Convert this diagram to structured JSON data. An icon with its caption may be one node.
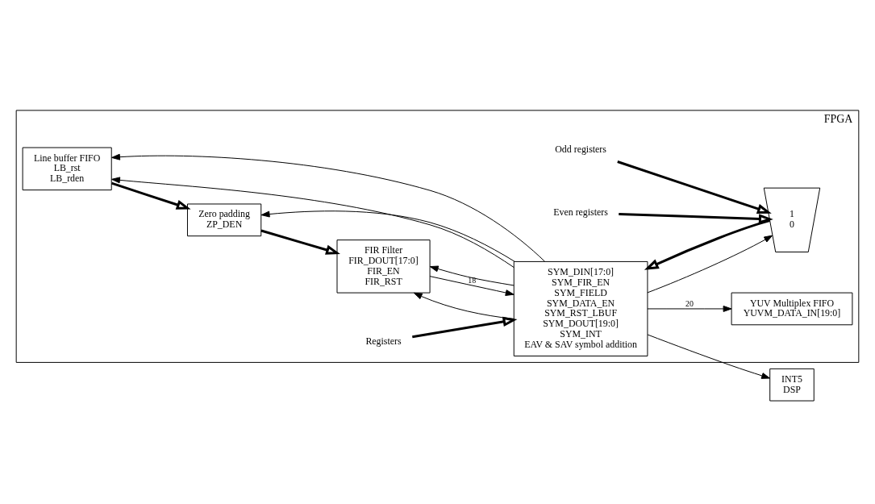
{
  "diagram": {
    "nodes": [
      {
        "text": [
          "FPGA"
        ]
      },
      {
        "text": [
          "Line buffer FIFO",
          "LB_rst",
          "LB_rden"
        ],
        "in": 0
      },
      {
        "text": [
          "Zero padding",
          "ZP_DEN"
        ],
        "in": 0
      },
      {
        "text": [
          "FIR Filter",
          "FIR_DOUT[17:0]",
          "FIR_EN",
          "FIR_RST"
        ],
        "in": 0
      },
      {
        "text": [
          "SYM_DIN[17:0]",
          "SYM_FIR_EN",
          "SYM_FIELD",
          "SYM_DATA_EN",
          "SYM_RST_LBUF",
          "SYM_DOUT[19:0]",
          "SYM_INT",
          "EAV & SAV symbol addition"
        ],
        "in": 0
      },
      {
        "text": [
          "YUV Multiplex FIFO",
          "YUVM_DATA_IN[19:0]"
        ],
        "in": 0
      },
      {
        "text": [
          "1",
          "0"
        ],
        "in": 0
      },
      {
        "text": [
          "Registers"
        ],
        "in": 0
      },
      {
        "text": [
          "Even registers"
        ],
        "in": 0
      },
      {
        "text": [
          "Odd registers"
        ],
        "in": 0
      },
      {
        "text": [
          "INT5",
          "DSP"
        ]
      }
    ],
    "edges": [
      {
        "from": 1,
        "to": 2,
        "arrow": "to",
        "style": "thick"
      },
      {
        "from": 2,
        "to": 3,
        "arrow": "to",
        "style": "thick"
      },
      {
        "from": 3,
        "to": 4,
        "arrow": "to",
        "label": "18"
      },
      {
        "from": 4,
        "to": 3,
        "arrow": "to"
      },
      {
        "from": 4,
        "to": 1,
        "arrow": "to"
      },
      {
        "from": 4,
        "to": 2,
        "arrow": "to"
      },
      {
        "from": 4,
        "to": 1,
        "arrow": "to"
      },
      {
        "from": 4,
        "to": 3,
        "arrow": "to"
      },
      {
        "from": 4,
        "to": 5,
        "arrow": "to",
        "label": "20"
      },
      {
        "from": 4,
        "to": 6,
        "arrow": "to"
      },
      {
        "from": 6,
        "to": 4,
        "arrow": "to",
        "style": "thick"
      },
      {
        "from": 7,
        "to": 4,
        "arrow": "to",
        "style": "thick"
      },
      {
        "from": 8,
        "to": 6,
        "arrow": "to",
        "style": "thick"
      },
      {
        "from": 9,
        "to": 6,
        "arrow": "to",
        "style": "thick"
      },
      {
        "from": 4,
        "to": 10,
        "arrow": "to"
      }
    ]
  }
}
